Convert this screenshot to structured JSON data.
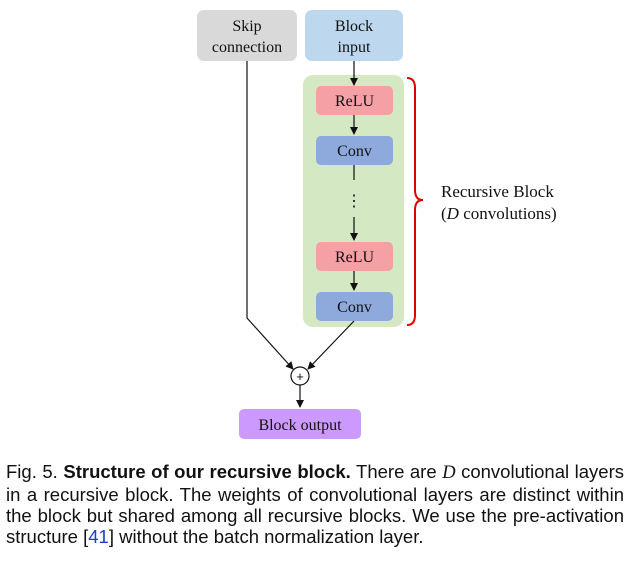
{
  "diagram": {
    "skip_label_line1": "Skip",
    "skip_label_line2": "connection",
    "input_label_line1": "Block",
    "input_label_line2": "input",
    "relu_1": "ReLU",
    "conv_1": "Conv",
    "ellipsis": "⋮",
    "relu_2": "ReLU",
    "conv_2": "Conv",
    "plus_symbol": "+",
    "output_label": "Block output",
    "brace_label_line1": "Recursive Block",
    "brace_label_var": "D",
    "brace_label_rest": " convolutions)",
    "brace_label_open": "(",
    "colors": {
      "skip_box": "#d9d9d9",
      "input_box": "#bdd7ee",
      "recursive_bg": "#d5e8c4",
      "relu": "#f4a0a4",
      "conv": "#8ea9db",
      "output_box": "#cc99ff",
      "brace": "#dd0000"
    }
  },
  "caption": {
    "prefix": "Fig. 5.  ",
    "title": "Structure of our recursive block.",
    "text_a": " There are ",
    "var_d": "D",
    "text_b": " convolutional layers in a recursive block. The weights of convolutional layers are distinct within the block but shared among all recursive blocks. We use the pre-activation structure [",
    "ref": "41",
    "text_c": "] without the batch normalization layer."
  }
}
